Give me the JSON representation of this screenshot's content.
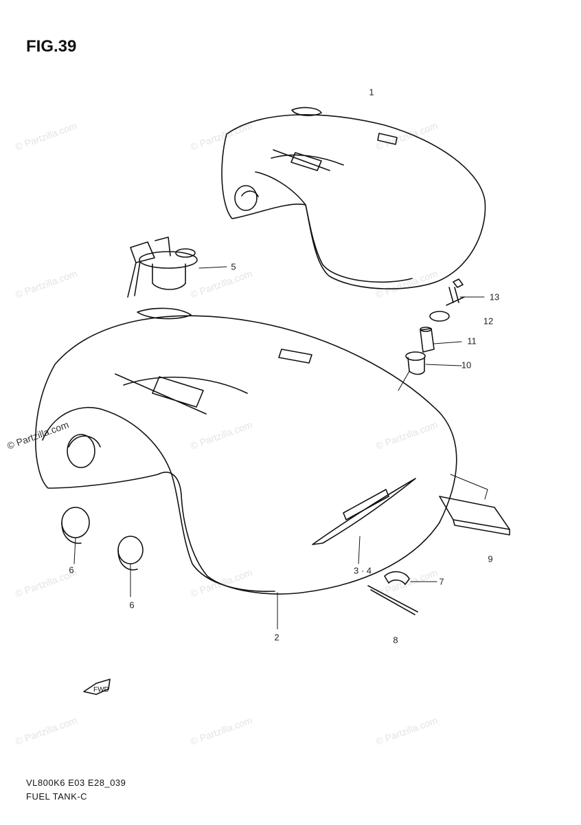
{
  "figure": {
    "title": "FIG.39"
  },
  "footer": {
    "line1": "VL800K6 E03 E28_039",
    "line2": "FUEL TANK-C"
  },
  "watermark": {
    "text": "© Partzilla.com"
  },
  "callouts": {
    "c1": "1",
    "c2": "2",
    "c34": "3 · 4",
    "c5": "5",
    "c6a": "6",
    "c6b": "6",
    "c7": "7",
    "c8": "8",
    "c9": "9",
    "c10": "10",
    "c11": "11",
    "c12": "12",
    "c13": "13"
  },
  "icons": {
    "forward_arrow": "fwd-arrow-icon"
  },
  "colors": {
    "line": "#111111",
    "watermark": "#e3e3e3"
  }
}
